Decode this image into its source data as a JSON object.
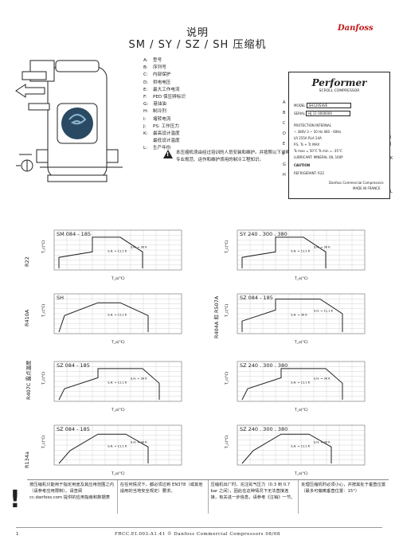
{
  "page": {
    "title_line1": "说明",
    "title_line2": "SM / SY / SZ / SH 压缩机",
    "brand": "Danfoss",
    "page_number": "1",
    "footer": "FRCC.EI.003.A1.41 © Danfoss Commercial Compressors 08/08"
  },
  "legend": [
    {
      "key": "A:",
      "text": "型号"
    },
    {
      "key": "B:",
      "text": "序列号"
    },
    {
      "key": "C:",
      "text": "内部保护"
    },
    {
      "key": "D:",
      "text": "供电电压"
    },
    {
      "key": "E:",
      "text": "最大工作电流"
    },
    {
      "key": "F:",
      "text": "PED 保压辨标识"
    },
    {
      "key": "G:",
      "text": "港油油"
    },
    {
      "key": "H:",
      "text": "制冷剂"
    },
    {
      "key": "I:",
      "text": "堵转电流"
    },
    {
      "key": "J:",
      "text": "PS: 工作压力"
    },
    {
      "key": "K:",
      "text": "最高设计温度"
    },
    {
      "key": "",
      "text": "最低设计温度"
    },
    {
      "key": "L:",
      "text": "生产年份"
    }
  ],
  "warning_top": "本压缩机须由经过培训的人员安装和维护。并按照以下说明以及专业规范、运作和维护须用的制冷工程知识。",
  "plate": {
    "brand": "Performer",
    "subtitle": "SCROLL COMPRESSOR",
    "model_label": "MODEL",
    "model_value": "SH120S4VE",
    "serial_label": "SERIAL",
    "serial_value": "HJ 11 0000000",
    "rows": [
      "PROTECTION   INTERNAL",
      "~ 380V 3 ~ 50 Hz   460 - 60Hz",
      "LR 255A   RLA 24A",
      "P.S. Ts +  Tc  MAX",
      "Ts max = 50°C  Ts min = -35°C",
      "LUBRICANT: MINERAL OIL 160P",
      "CAUTION",
      "REFRIGERANT: R22"
    ],
    "company": "Danfoss Commercial Compressors",
    "made_in": "MADE IN FRANCE",
    "letters_left": [
      "A",
      "B",
      "C",
      "D",
      "E",
      "F",
      "G",
      "H"
    ],
    "letters_right": [
      "I",
      "J",
      "K",
      "L"
    ]
  },
  "refrigerants": [
    "R22",
    "R410A",
    "R404A 和 R507A",
    "R407C 露点温度",
    "R134a"
  ],
  "charts": [
    {
      "id": "r22-left",
      "series": "SM 084 - 185",
      "label1": "S.H. = 11.1 K",
      "label2": "S.H. = 30 K",
      "env": "r22"
    },
    {
      "id": "r22-right",
      "series": "SY 240 . 300 . 380",
      "label1": "S.H. = 11.1 K",
      "label2": "S.H. = 30 K",
      "env": "r22"
    },
    {
      "id": "r410-left",
      "series": "SH",
      "label1": "S.H. = 11.1 K",
      "label2": "",
      "env": "r410"
    },
    {
      "id": "r404-right",
      "series": "SZ 084 - 185",
      "label1": "S.H. = 30 K",
      "label2": "S.H. = 11.1 K",
      "env": "r404"
    },
    {
      "id": "r407-left",
      "series": "SZ 084 - 185",
      "label1": "S.H. = 11.1 K",
      "label2": "S.H. = 30 K",
      "env": "r407"
    },
    {
      "id": "r407-right",
      "series": "SZ 240 . 300 . 380",
      "label1": "S.H. = 11.1 K",
      "label2": "S.H. = 30 K",
      "env": "r407"
    },
    {
      "id": "r134-left",
      "series": "SZ 084 - 185",
      "label1": "S.H. = 11.1 K",
      "label2": "S.H. = 30 K",
      "env": "r134"
    },
    {
      "id": "r134-right",
      "series": "SZ 240 . 300 . 380",
      "label1": "S.H. = 11.1 K",
      "label2": "S.H. = 30 K",
      "env": "r134"
    }
  ],
  "axis": {
    "y_label": "T_c(°C)",
    "x_label": "T_o(°C)"
  },
  "footer_cells": [
    "按压缩机只能用于指定用途及其应用范围之内（请参考应用限制）。请查阅 cc.danfoss.com 提供的应用指南和数据表",
    "在任何情况下，都必须达到 EN378（或其他适用的当地安全规定）要求。",
    "压缩机出厂时，充注氮气压力（0.3 到 0.7 bar 之间），因此在这种情况下无法直接连接，有关进一步信息，请参考《注销》一节。",
    "处理压缩机时必须小心，并按其处于垂直位置（最多可偏离垂直位置：15°）"
  ]
}
